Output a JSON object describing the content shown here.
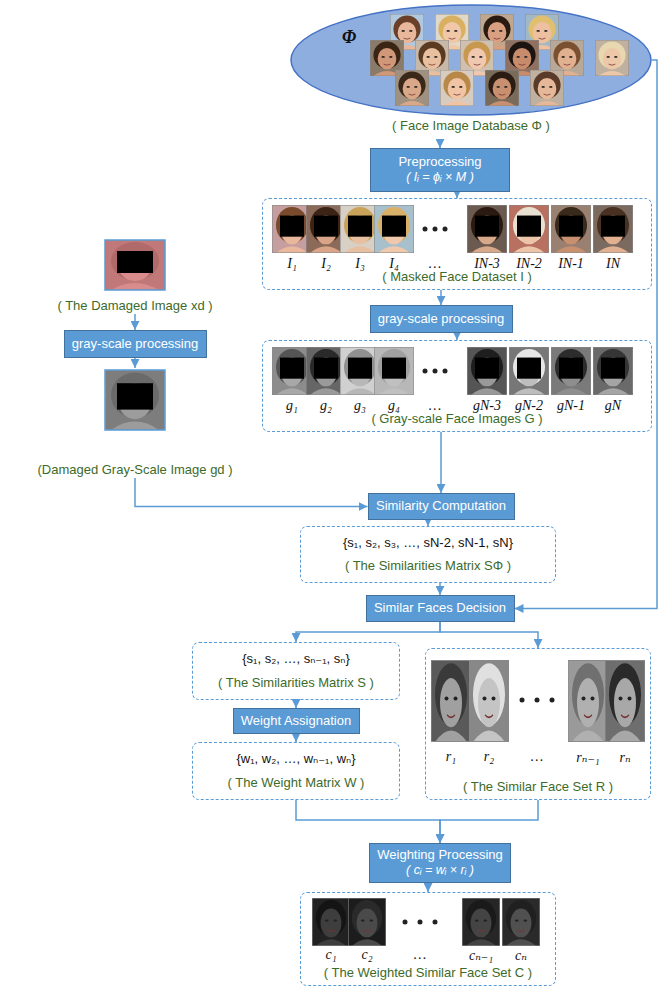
{
  "diagram": {
    "nodes": [
      {
        "text": [
          "Φ",
          "( Face Image Database Φ )"
        ]
      },
      {
        "text": [
          "Preprocessing",
          "( Iᵢ = ϕᵢ × M )"
        ]
      },
      {
        "text": [
          "( Masked Face Dataset I )"
        ]
      },
      {
        "text": [
          "( The Damaged Image xd )"
        ]
      },
      {
        "text": [
          "gray-scale processing"
        ]
      },
      {
        "text": [
          "gray-scale processing"
        ]
      },
      {
        "text": [
          "( Gray-scale Face Images G )"
        ]
      },
      {
        "text": [
          "(Damaged Gray-Scale Image gd )"
        ]
      },
      {
        "text": [
          "Similarity Computation"
        ]
      },
      {
        "text": [
          "{s₁, s₂, s₃, …, sN-2, sN-1, sN}",
          "( The Similarities Matrix SΦ )"
        ]
      },
      {
        "text": [
          "Similar Faces Decision"
        ]
      },
      {
        "text": [
          "{s₁, s₂, …, sₙ₋₁, sₙ}",
          "( The Similarities Matrix S )"
        ]
      },
      {
        "text": [
          "( The Similar Face Set R )"
        ]
      },
      {
        "text": [
          "Weight Assignation"
        ]
      },
      {
        "text": [
          "{w₁, w₂, …, wₙ₋₁, wₙ}",
          "( The Weight Matrix W )"
        ]
      },
      {
        "text": [
          "Weighting Processing",
          "( cᵢ = wᵢ × rᵢ )"
        ]
      },
      {
        "text": [
          "( The Weighted Similar Face Set C )"
        ]
      }
    ],
    "edges": [
      {
        "from": 0,
        "to": 1,
        "arrow": "to"
      },
      {
        "from": 1,
        "to": 2,
        "arrow": "to"
      },
      {
        "from": 2,
        "to": 4,
        "arrow": "to"
      },
      {
        "from": 4,
        "to": 6,
        "arrow": "to"
      },
      {
        "from": 3,
        "to": 5,
        "arrow": "to"
      },
      {
        "from": 5,
        "to": 7,
        "arrow": "to"
      },
      {
        "from": 6,
        "to": 8,
        "arrow": "to"
      },
      {
        "from": 7,
        "to": 8,
        "arrow": "to"
      },
      {
        "from": 8,
        "to": 9,
        "arrow": "to"
      },
      {
        "from": 9,
        "to": 10,
        "arrow": "to"
      },
      {
        "from": 0,
        "to": 10,
        "arrow": "to"
      },
      {
        "from": 10,
        "to": 11,
        "arrow": "to"
      },
      {
        "from": 10,
        "to": 12,
        "arrow": "to"
      },
      {
        "from": 11,
        "to": 13,
        "arrow": "to"
      },
      {
        "from": 13,
        "to": 14,
        "arrow": "to"
      },
      {
        "from": 14,
        "to": 15,
        "arrow": "to"
      },
      {
        "from": 12,
        "to": 15,
        "arrow": "to"
      },
      {
        "from": 15,
        "to": 16,
        "arrow": "to"
      }
    ],
    "labels": [
      "I₁",
      "I₂",
      "I₃",
      "I₄",
      "…",
      "IN-3",
      "IN-2",
      "IN-1",
      "IN",
      "g₁",
      "g₂",
      "g₃",
      "g₄",
      "…",
      "gN-3",
      "gN-2",
      "gN-1",
      "gN",
      "r₁",
      "r₂",
      "…",
      "rₙ₋₁",
      "rₙ",
      "c₁",
      "c₂",
      "…",
      "cₙ₋₁",
      "cₙ"
    ]
  }
}
